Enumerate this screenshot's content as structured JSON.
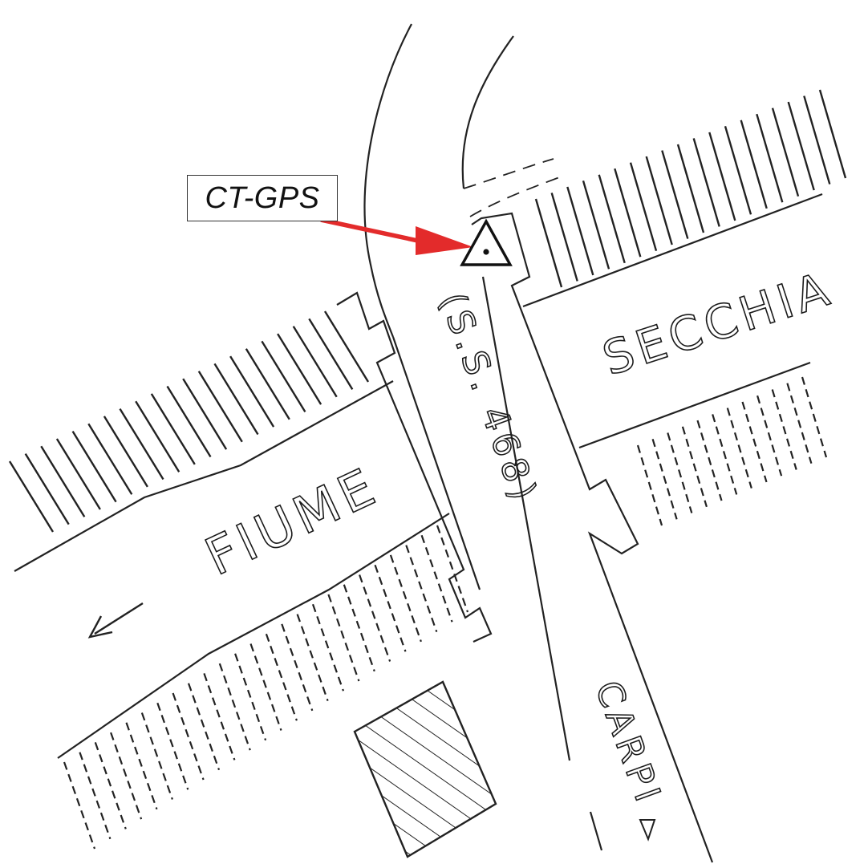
{
  "callout": {
    "label": "CT-GPS",
    "arrow_color": "#e32b2b"
  },
  "labels": {
    "river_left": "FIUME",
    "river_right": "SECCHIA",
    "road": "(S.S. 468)",
    "town": "CARPI"
  },
  "icons": [
    "station-triangle-icon",
    "flow-arrow-icon",
    "direction-arrow-icon",
    "building-hatch-icon"
  ]
}
